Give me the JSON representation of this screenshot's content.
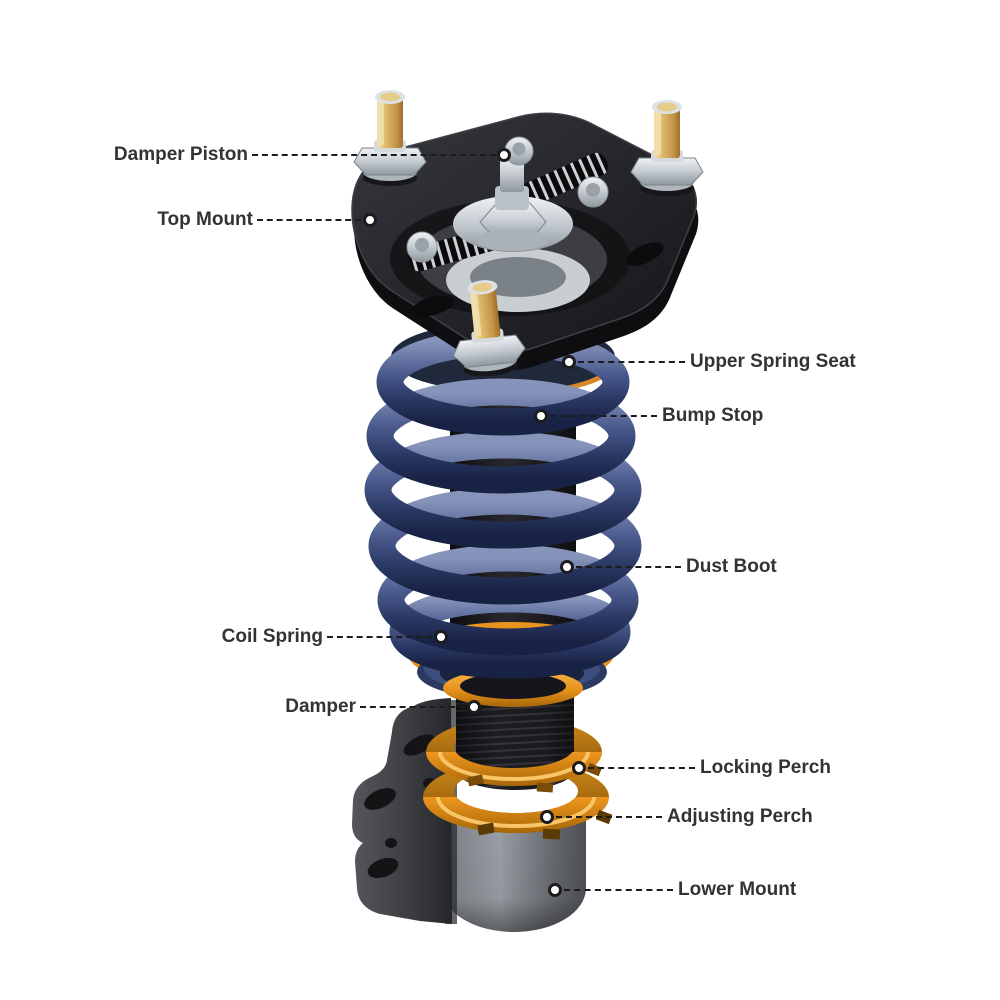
{
  "figure": {
    "background": "#ffffff"
  },
  "colors": {
    "label_text": "#333333",
    "leader_line": "#1c1c1c",
    "leader_dot_fill": "#ffffff",
    "spring_blue": "#46568a",
    "perch_gold": "#e8941f",
    "hardware_silver": "#c7cdd2",
    "damper_black": "#1d1d21",
    "mount_gray": "#8d9096",
    "plate_black": "#232327"
  },
  "labels": [
    {
      "text": "Damper Piston",
      "side": "left"
    },
    {
      "text": "Top Mount",
      "side": "left"
    },
    {
      "text": "Upper Spring Seat",
      "side": "right"
    },
    {
      "text": "Bump Stop",
      "side": "right"
    },
    {
      "text": "Dust Boot",
      "side": "right"
    },
    {
      "text": "Coil Spring",
      "side": "left"
    },
    {
      "text": "Damper",
      "side": "left"
    },
    {
      "text": "Locking Perch",
      "side": "right"
    },
    {
      "text": "Adjusting Perch",
      "side": "right"
    },
    {
      "text": "Lower Mount",
      "side": "right"
    }
  ]
}
